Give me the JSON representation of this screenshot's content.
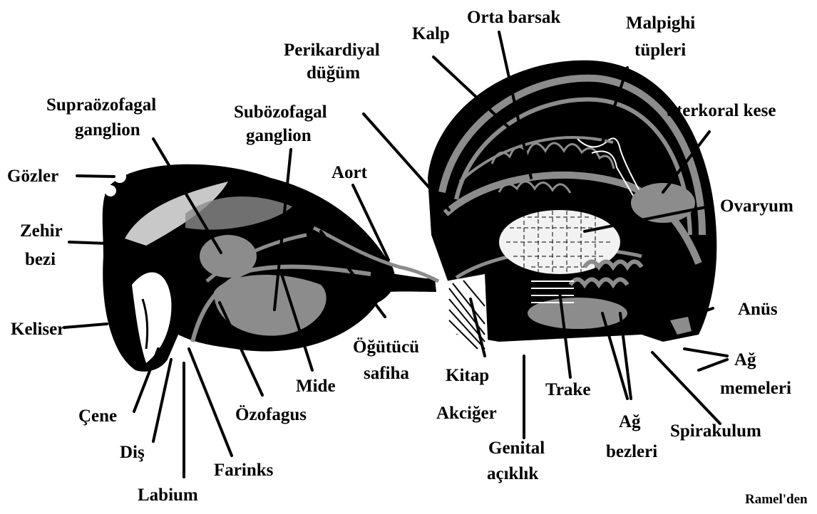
{
  "labels": {
    "gozler": "Gözler",
    "supra_1": "Supraözofagal",
    "supra_2": "ganglion",
    "sub_1": "Subözofagal",
    "sub_2": "ganglion",
    "perikardiyal_1": "Perikardiyal",
    "perikardiyal_2": "düğüm",
    "kalp": "Kalp",
    "orta_barsak": "Orta barsak",
    "malpighi_1": "Malpighi",
    "malpighi_2": "tüpleri",
    "sterkoral": "Sterkoral kese",
    "aort": "Aort",
    "zehir_1": "Zehir",
    "zehir_2": "bezi",
    "ovaryum": "Ovaryum",
    "keliser": "Keliser",
    "anus": "Anüs",
    "ogutucu_1": "Öğütücü",
    "ogutucu_2": "safiha",
    "ag_memeleri_1": "Ağ",
    "ag_memeleri_2": "memeleri",
    "mide": "Mide",
    "kitap_1": "Kitap",
    "kitap_2": "Akciğer",
    "trake": "Trake",
    "cene": "Çene",
    "ozofagus": "Özofagus",
    "ag_bezleri_1": "Ağ",
    "ag_bezleri_2": "bezleri",
    "spirakulum": "Spirakulum",
    "dis": "Diş",
    "genital_1": "Genital",
    "genital_2": "açıklık",
    "farinks": "Farinks",
    "labium": "Labium",
    "credit": "Ramel'den"
  },
  "colors": {
    "body": "#000000",
    "tissue_gray": "#8c8c8c",
    "light_gray": "#c8c8c8",
    "gland_white": "#f2f2f2",
    "background": "#ffffff"
  }
}
